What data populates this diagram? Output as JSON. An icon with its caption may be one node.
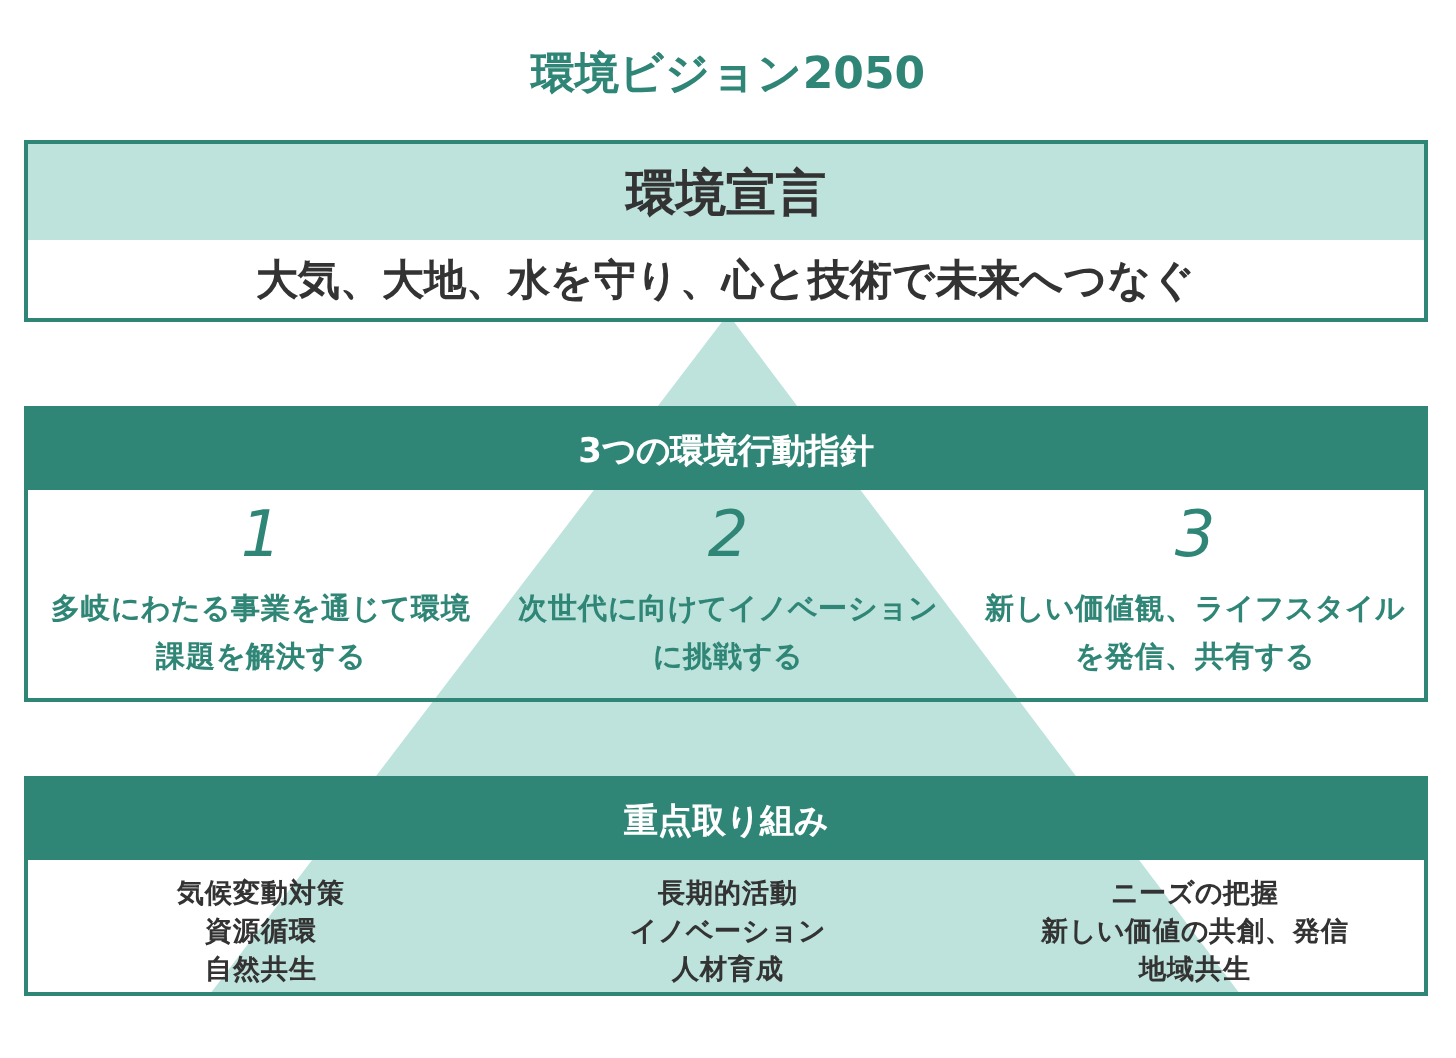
{
  "diagram": {
    "title": "環境ビジョン2050",
    "nodes": [
      {
        "text": [
          "環境宣言",
          "大気、大地、水を守り、心と技術で未来へつなぐ"
        ]
      },
      {
        "text": [
          "3つの環境行動指針"
        ]
      },
      {
        "text": [
          "1",
          "多岐にわたる事業を通じて環境課題を解決する"
        ],
        "in": 1
      },
      {
        "text": [
          "2",
          "次世代に向けてイノベーションに挑戦する"
        ],
        "in": 1
      },
      {
        "text": [
          "3",
          "新しい価値観、ライフスタイルを発信、共有する"
        ],
        "in": 1
      },
      {
        "text": [
          "重点取り組み"
        ]
      },
      {
        "text": [
          "気候変動対策",
          "資源循環",
          "自然共生"
        ],
        "in": 5
      },
      {
        "text": [
          "長期的活動",
          "イノベーション",
          "人材育成"
        ],
        "in": 5
      },
      {
        "text": [
          "ニーズの把握",
          "新しい価値の共創、発信",
          "地域共生"
        ],
        "in": 5
      }
    ]
  }
}
